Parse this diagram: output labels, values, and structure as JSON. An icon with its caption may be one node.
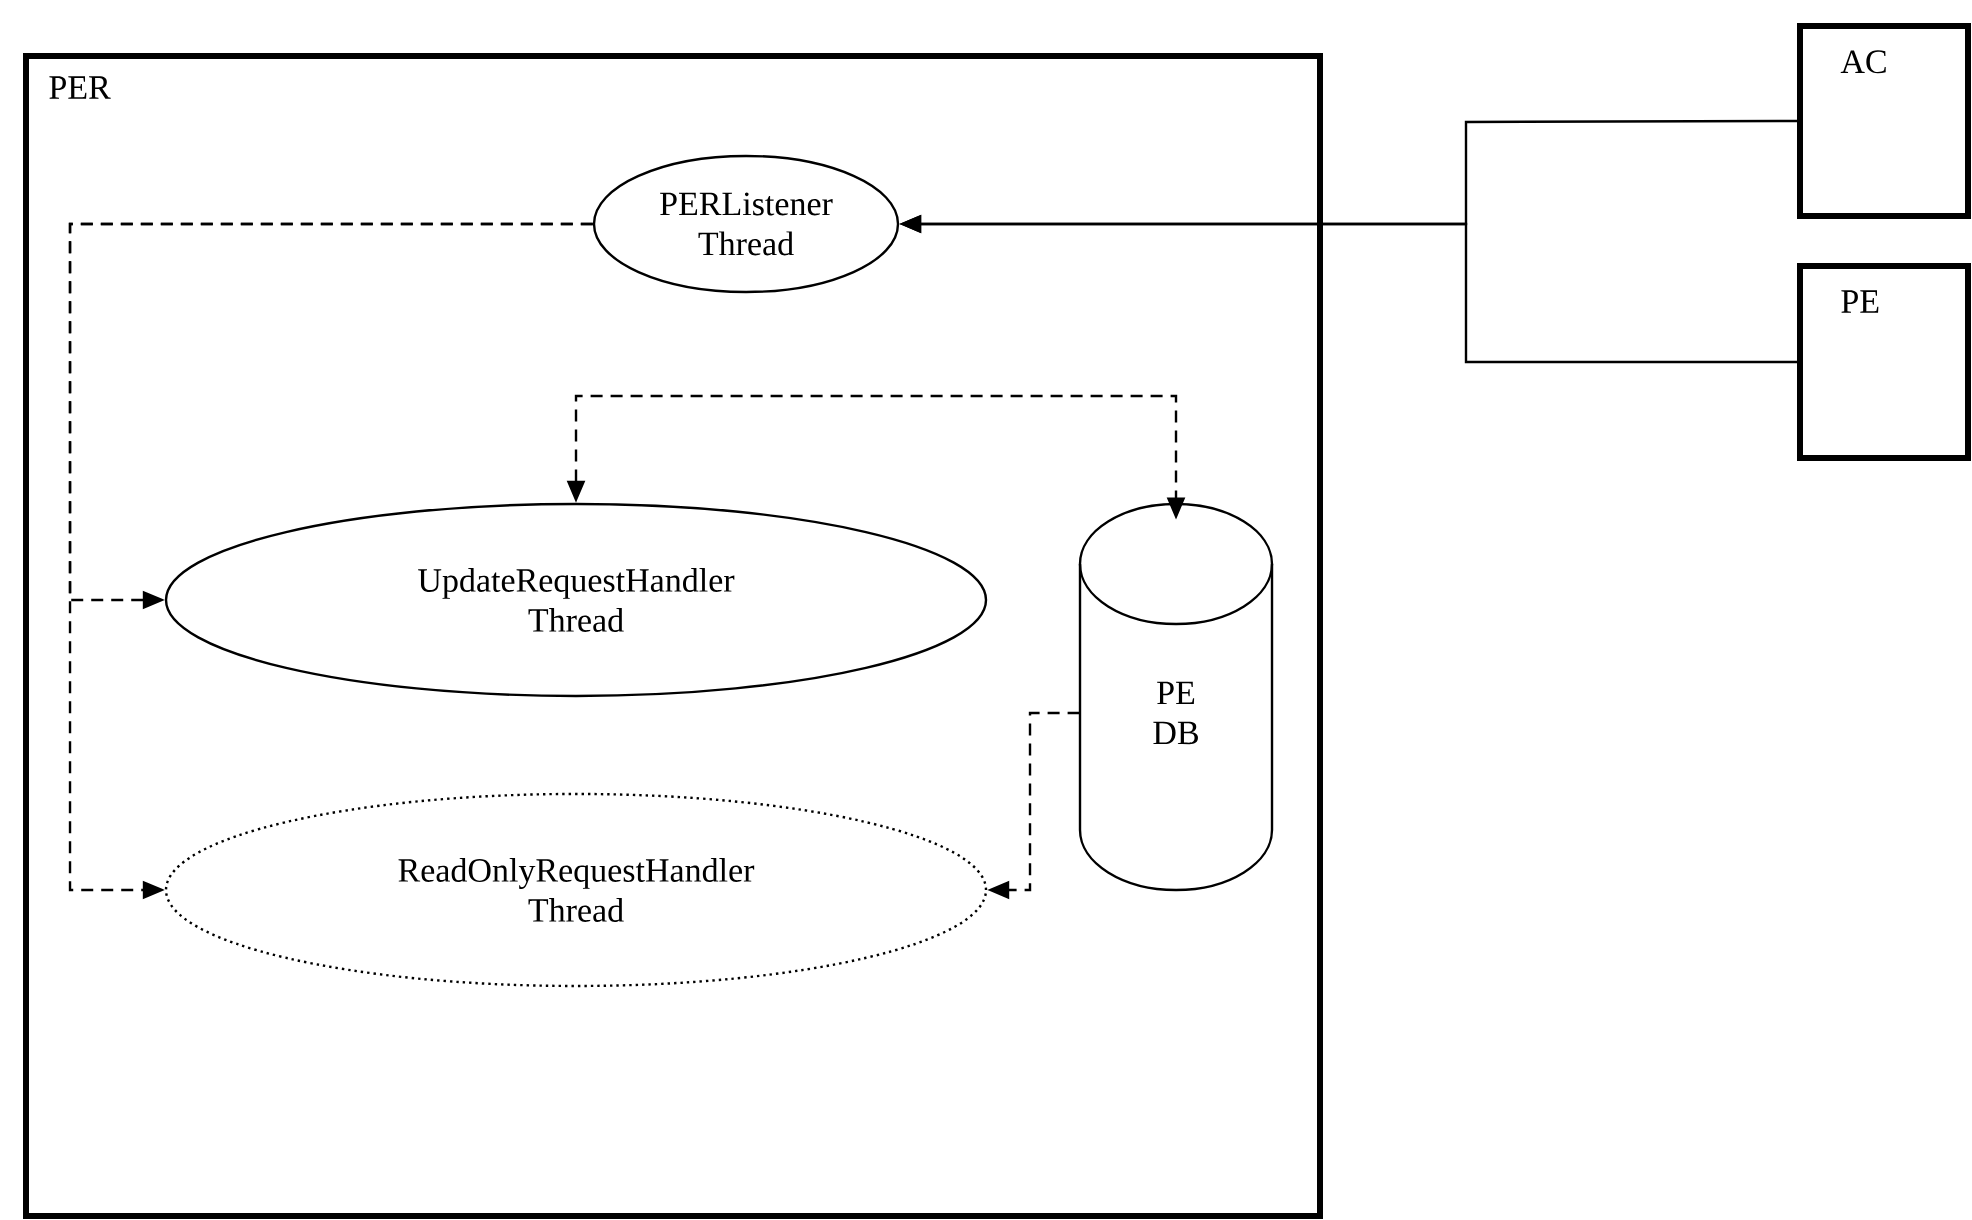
{
  "diagram": {
    "nodes": [
      {
        "text": [
          "PER"
        ]
      },
      {
        "text": [
          "PERListener Thread"
        ],
        "in": 0
      },
      {
        "text": [
          "UpdateRequestHandler Thread"
        ],
        "in": 0
      },
      {
        "text": [
          "PE DB"
        ],
        "in": 0
      },
      {
        "text": [
          "ReadOnlyRequestHandler Thread"
        ],
        "in": 0
      },
      {
        "text": [
          "AC"
        ]
      },
      {
        "text": [
          "PE"
        ]
      }
    ],
    "edges": [
      {
        "from": 5,
        "to": 1,
        "arrow": "to"
      },
      {
        "from": 6,
        "to": 1,
        "arrow": "to"
      },
      {
        "from": 1,
        "to": 2,
        "arrow": "to",
        "style": "dashed"
      },
      {
        "from": 1,
        "to": 4,
        "arrow": "to",
        "style": "dashed"
      },
      {
        "from": 2,
        "to": 3,
        "arrow": "both",
        "style": "dashed"
      },
      {
        "from": 3,
        "to": 4,
        "arrow": "to",
        "style": "dashed"
      }
    ]
  }
}
